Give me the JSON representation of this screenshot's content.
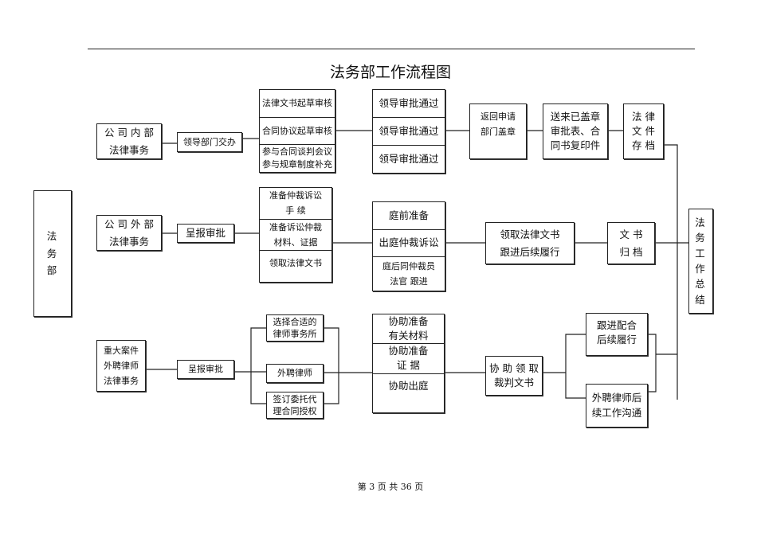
{
  "title": "法务部工作流程图",
  "footer": "第 3 页 共 36 页",
  "root": "法\n务\n部",
  "summary": "法\n务\n工\n作\n总\n结",
  "row1": {
    "source": "公 司 内 部\n法律事务",
    "step1": "领导部门交办",
    "tasks": [
      "法律文书起草审核",
      "合同协议起草审核",
      "参与合同谈判会议\n参与规章制度补充"
    ],
    "approvals": [
      "领导审批通过",
      "领导审批通过",
      "领导审批通过"
    ],
    "return": "返回申请\n部门盖章",
    "copies": "送来已盖章\n审批表、合\n同书复印件",
    "archive": "法  律\n文  件\n存  档"
  },
  "row2": {
    "source": "公 司 外 部\n法律事务",
    "step1": "呈报审批",
    "tasks": [
      "准备仲裁诉讼\n手          续",
      "准备诉讼仲裁\n材料、证据",
      "领取法律文书"
    ],
    "court": [
      "庭前准备",
      "出庭仲裁诉讼",
      "庭后同仲裁员\n法官      跟进"
    ],
    "follow": "领取法律文书\n跟进后续履行",
    "archive": "文  书\n归  档"
  },
  "row3": {
    "source": "重大案件\n外聘律师\n法律事务",
    "step1": "呈报审批",
    "options": [
      "选择合适的\n律师事务所",
      "外聘律师",
      "签订委托代\n理合同授权"
    ],
    "assist": [
      "协助准备\n有关材料",
      "协助准备\n证      据",
      "协助出庭"
    ],
    "judgment": "协 助 领 取\n裁判文书",
    "follow1": "跟进配合\n后续履行",
    "follow2": "外聘律师后\n续工作沟通"
  }
}
